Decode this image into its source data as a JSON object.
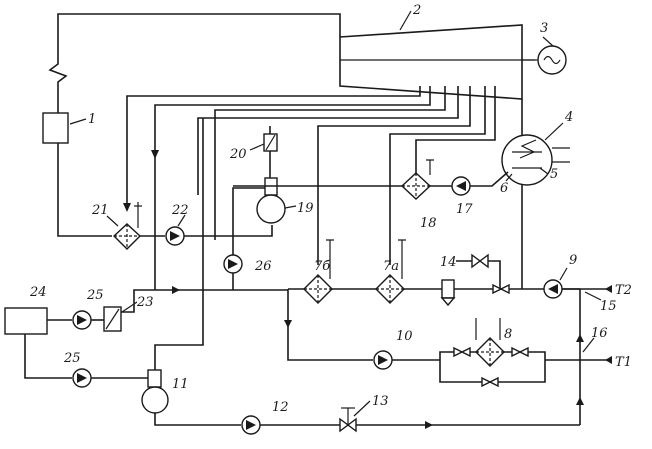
{
  "labels": {
    "l1": "1",
    "l2": "2",
    "l3": "3",
    "l4": "4",
    "l5": "5",
    "l6": "6",
    "l7a": "7а",
    "l7b": "7б",
    "l8": "8",
    "l9": "9",
    "l10": "10",
    "l11": "11",
    "l12": "12",
    "l13": "13",
    "l14": "14",
    "l15": "15",
    "l16": "16",
    "l17": "17",
    "l18": "18",
    "l19": "19",
    "l20": "20",
    "l21": "21",
    "l22": "22",
    "l23": "23",
    "l24": "24",
    "l25a": "25",
    "l25b": "25",
    "l26": "26",
    "t1": "T1",
    "t2": "T2"
  }
}
